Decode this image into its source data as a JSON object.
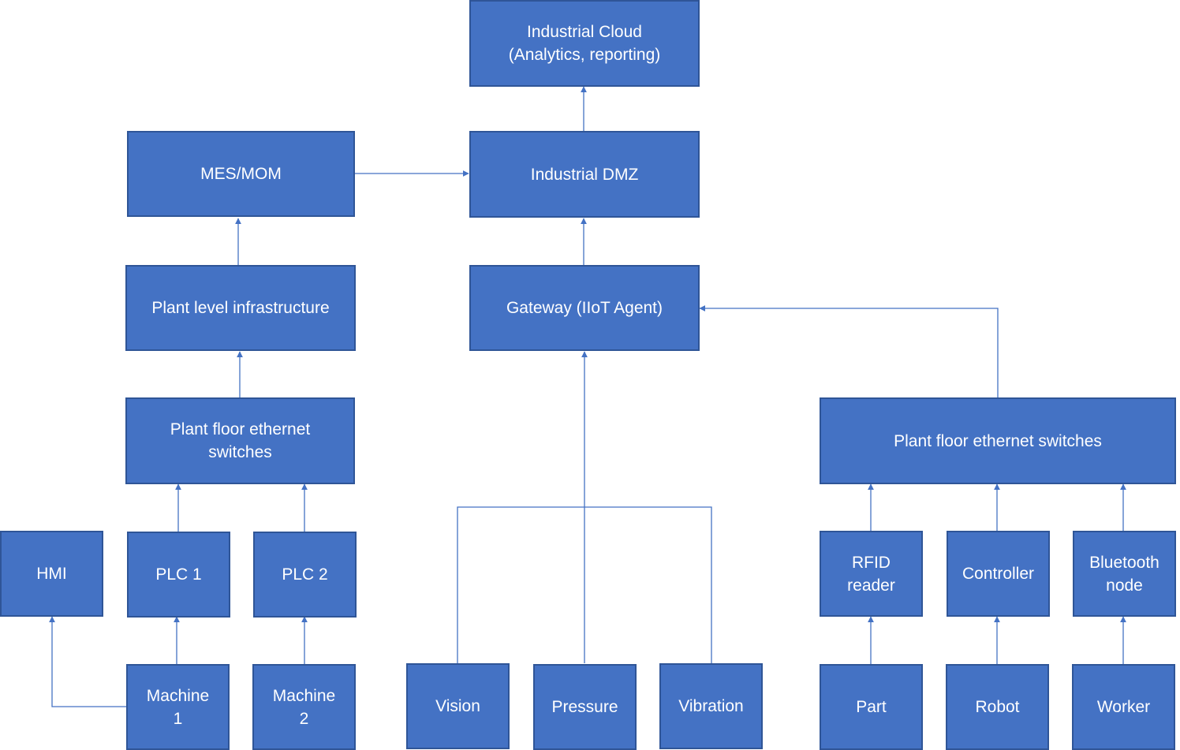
{
  "colors": {
    "box_fill": "#4472C4",
    "box_border": "#2F5597",
    "connector": "#4472C4",
    "text": "#FFFFFF"
  },
  "nodes": {
    "industrial_cloud": "Industrial Cloud\n(Analytics, reporting)",
    "mes_mom": "MES/MOM",
    "industrial_dmz": "Industrial DMZ",
    "plant_level_infrastructure": "Plant level infrastructure",
    "gateway": "Gateway (IIoT Agent)",
    "plant_floor_switches_left": "Plant floor ethernet\nswitches",
    "plant_floor_switches_right": "Plant floor ethernet switches",
    "hmi": "HMI",
    "plc1": "PLC 1",
    "plc2": "PLC 2",
    "rfid_reader": "RFID\nreader",
    "controller": "Controller",
    "bluetooth_node": "Bluetooth\nnode",
    "machine1": "Machine\n1",
    "machine2": "Machine\n2",
    "vision": "Vision",
    "pressure": "Pressure",
    "vibration": "Vibration",
    "part": "Part",
    "robot": "Robot",
    "worker": "Worker"
  },
  "edges": [
    {
      "from": "industrial_dmz",
      "to": "industrial_cloud"
    },
    {
      "from": "mes_mom",
      "to": "industrial_dmz"
    },
    {
      "from": "gateway",
      "to": "industrial_dmz"
    },
    {
      "from": "plant_level_infrastructure",
      "to": "mes_mom"
    },
    {
      "from": "plant_floor_switches_left",
      "to": "plant_level_infrastructure"
    },
    {
      "from": "plant_floor_switches_right",
      "to": "gateway"
    },
    {
      "from": "plc1",
      "to": "plant_floor_switches_left"
    },
    {
      "from": "plc2",
      "to": "plant_floor_switches_left"
    },
    {
      "from": "machine1",
      "to": "hmi"
    },
    {
      "from": "machine1",
      "to": "plc1"
    },
    {
      "from": "machine2",
      "to": "plc2"
    },
    {
      "from": "vision",
      "to": "gateway"
    },
    {
      "from": "pressure",
      "to": "gateway"
    },
    {
      "from": "vibration",
      "to": "gateway"
    },
    {
      "from": "rfid_reader",
      "to": "plant_floor_switches_right"
    },
    {
      "from": "controller",
      "to": "plant_floor_switches_right"
    },
    {
      "from": "bluetooth_node",
      "to": "plant_floor_switches_right"
    },
    {
      "from": "part",
      "to": "rfid_reader"
    },
    {
      "from": "robot",
      "to": "controller"
    },
    {
      "from": "worker",
      "to": "bluetooth_node"
    }
  ]
}
